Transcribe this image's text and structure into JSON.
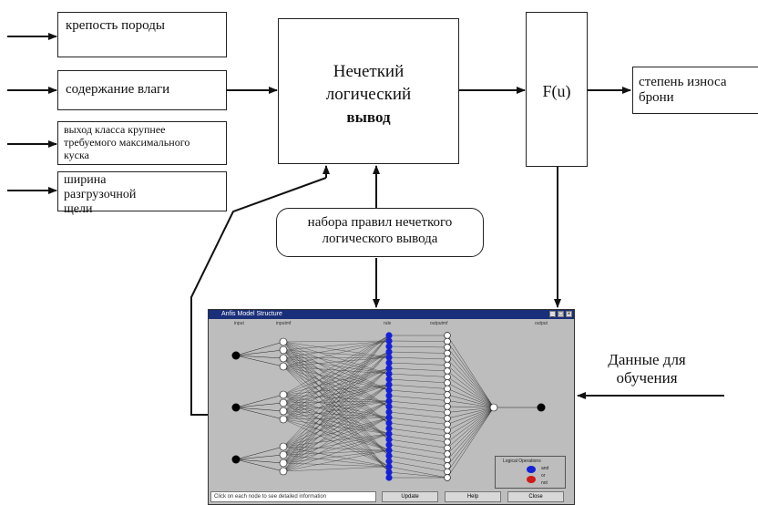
{
  "inputs": [
    "крепость породы",
    "содержание влаги",
    "выход класса крупнее требуемого максимального куска",
    "ширина разгрузочной щели"
  ],
  "inference_block": [
    "Нечеткий",
    "логический",
    "вывод"
  ],
  "function_block": "F(u)",
  "output_label": "степень износа брони",
  "rules_label": "набора правил нечеткого логического вывода",
  "training_label": "Данные для обучения",
  "anfis_window": {
    "title": "Anfis Model Structure",
    "layers": [
      "input",
      "inputmf",
      "rule",
      "outputmf",
      "output"
    ],
    "status": "Click on each node to see detailed information",
    "buttons": [
      "Update",
      "Help",
      "Close"
    ],
    "legend_title": "Logical Operations",
    "legend_items": [
      "and",
      "or",
      "not"
    ],
    "controls": [
      "_",
      "□",
      "×"
    ]
  }
}
